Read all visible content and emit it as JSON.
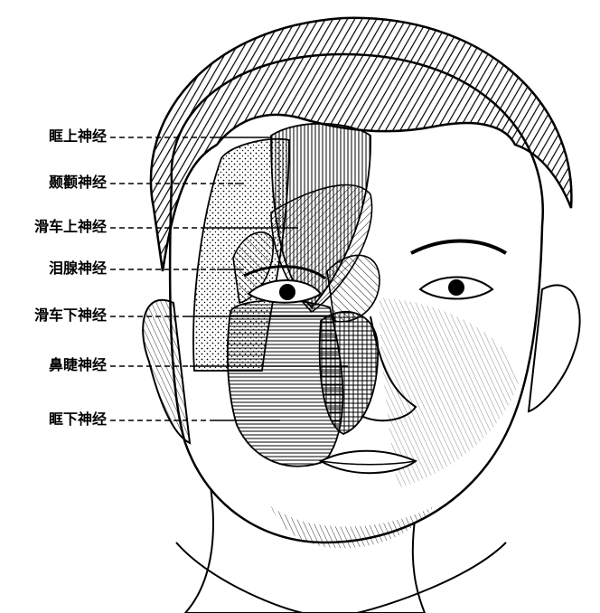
{
  "labels": [
    "眶上神经",
    "颞颧神经",
    "滑车上神经",
    "泪腺神经",
    "滑车下神经",
    "鼻睫神经",
    "眶下神经"
  ],
  "colors": {
    "ink": "#000000",
    "background": "#ffffff"
  }
}
